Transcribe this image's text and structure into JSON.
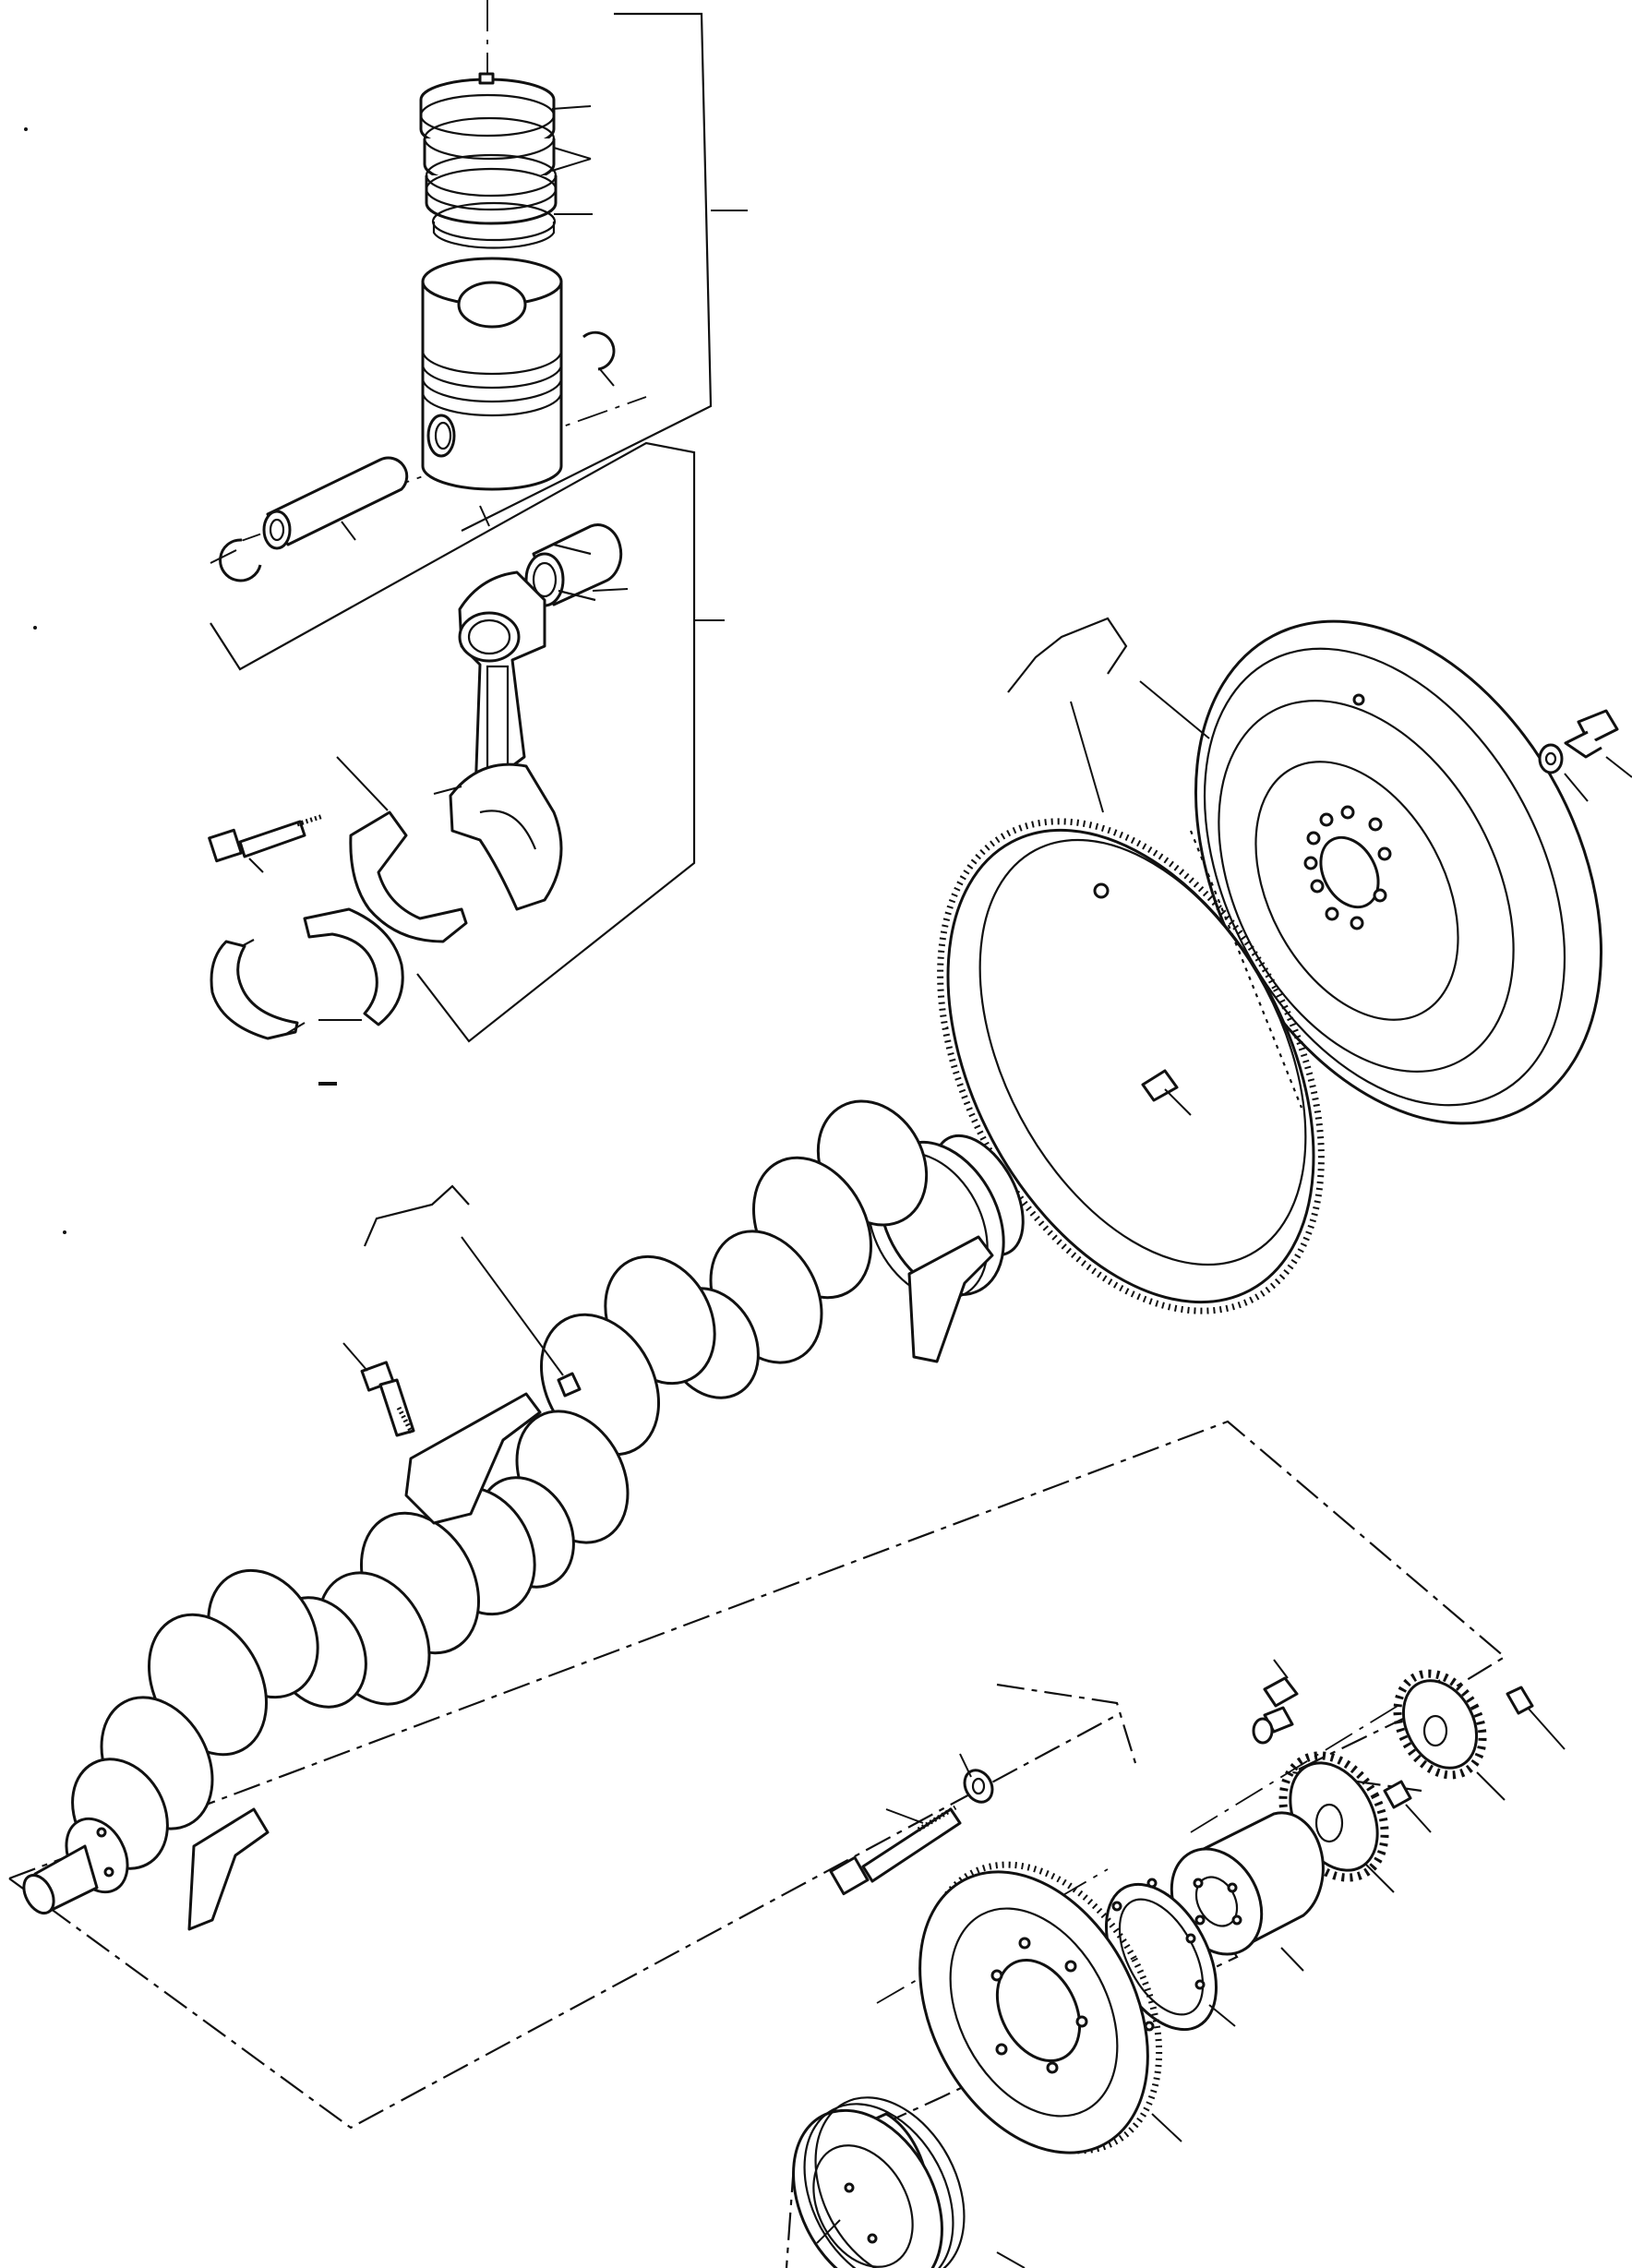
{
  "figure": {
    "title": "",
    "parts": [
      {
        "name": "piston-ring-set"
      },
      {
        "name": "piston"
      },
      {
        "name": "piston-pin-circlip"
      },
      {
        "name": "piston-pin"
      },
      {
        "name": "small-end-bush"
      },
      {
        "name": "connecting-rod"
      },
      {
        "name": "connecting-rod-bolt"
      },
      {
        "name": "connecting-rod-bearing-shells"
      },
      {
        "name": "flywheel"
      },
      {
        "name": "ring-gear"
      },
      {
        "name": "flywheel-bolt"
      },
      {
        "name": "dowel-pin"
      },
      {
        "name": "crankshaft"
      },
      {
        "name": "main-bearing-cap-bolt"
      },
      {
        "name": "crankshaft-gear"
      },
      {
        "name": "timing-gear"
      },
      {
        "name": "crankshaft-hub"
      },
      {
        "name": "pulley-bolt"
      },
      {
        "name": "vibration-damper"
      },
      {
        "name": "crankshaft-pulley"
      }
    ]
  }
}
